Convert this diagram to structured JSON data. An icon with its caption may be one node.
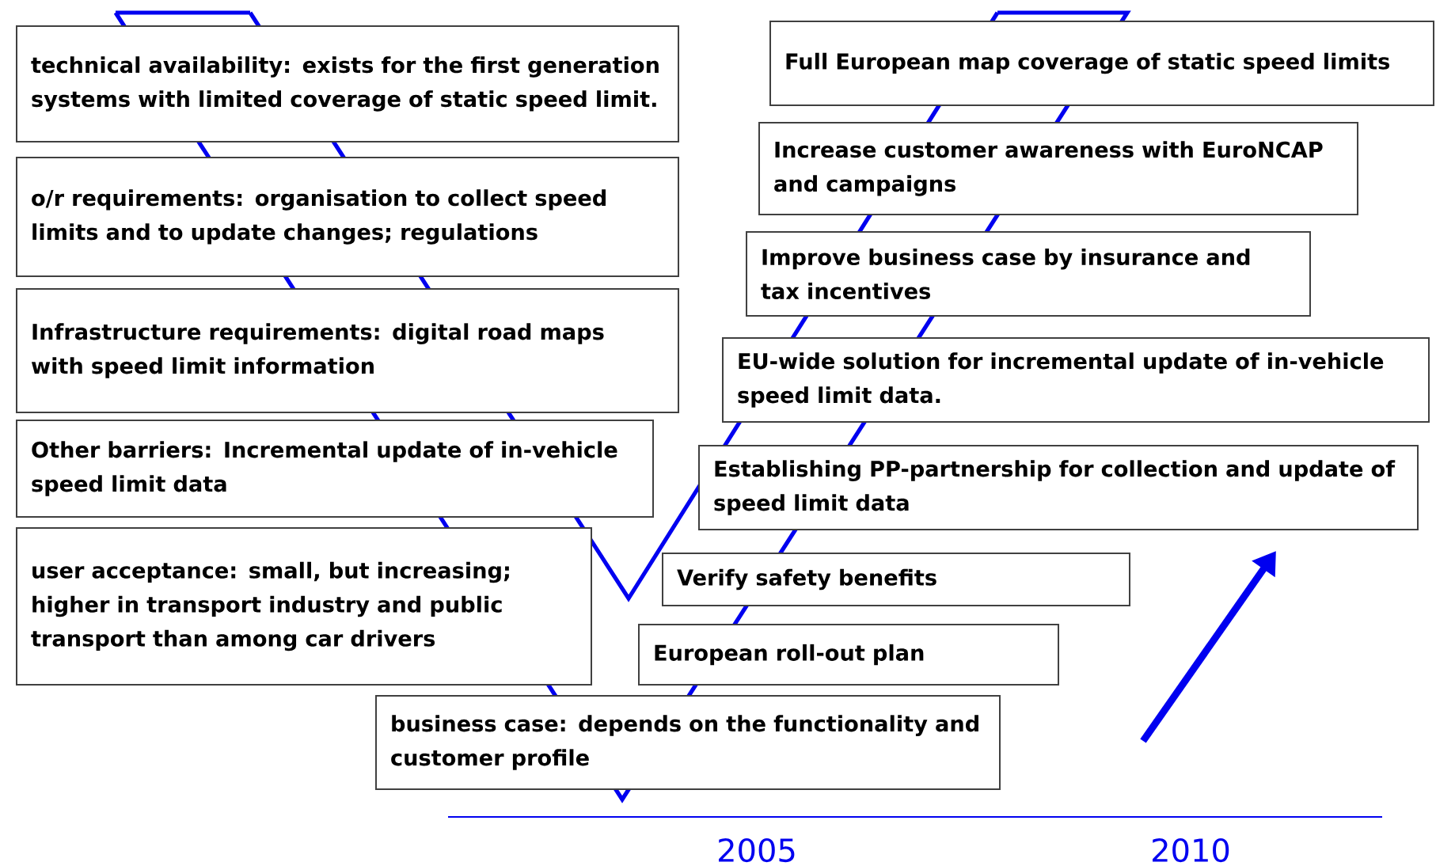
{
  "diagram": {
    "nodes": [
      {
        "text": [
          "technical availability: exists for the first generation systems with limited coverage of static speed limit."
        ]
      },
      {
        "text": [
          "o/r requirements: organisation to collect speed limits and to update changes; regulations"
        ]
      },
      {
        "text": [
          "Infrastructure requirements: digital road maps with speed limit information"
        ]
      },
      {
        "text": [
          "Other barriers: Incremental update of in-vehicle speed limit data"
        ]
      },
      {
        "text": [
          "user acceptance: small, but increasing; higher in transport industry and public transport than among car drivers"
        ]
      },
      {
        "text": [
          "business case: depends on the functionality and customer profile"
        ]
      },
      {
        "text": [
          "Full European map coverage of static speed limits"
        ]
      },
      {
        "text": [
          "Increase customer awareness with EuroNCAP and campaigns"
        ]
      },
      {
        "text": [
          "Improve business case by insurance and tax incentives"
        ]
      },
      {
        "text": [
          "EU-wide solution for incremental update of in-vehicle speed limit data."
        ]
      },
      {
        "text": [
          "Establishing PP-partnership for collection and update of speed limit data"
        ]
      },
      {
        "text": [
          "Verify safety benefits"
        ]
      },
      {
        "text": [
          "European roll-out plan"
        ]
      }
    ],
    "labels": [
      "2005",
      "2010"
    ]
  }
}
